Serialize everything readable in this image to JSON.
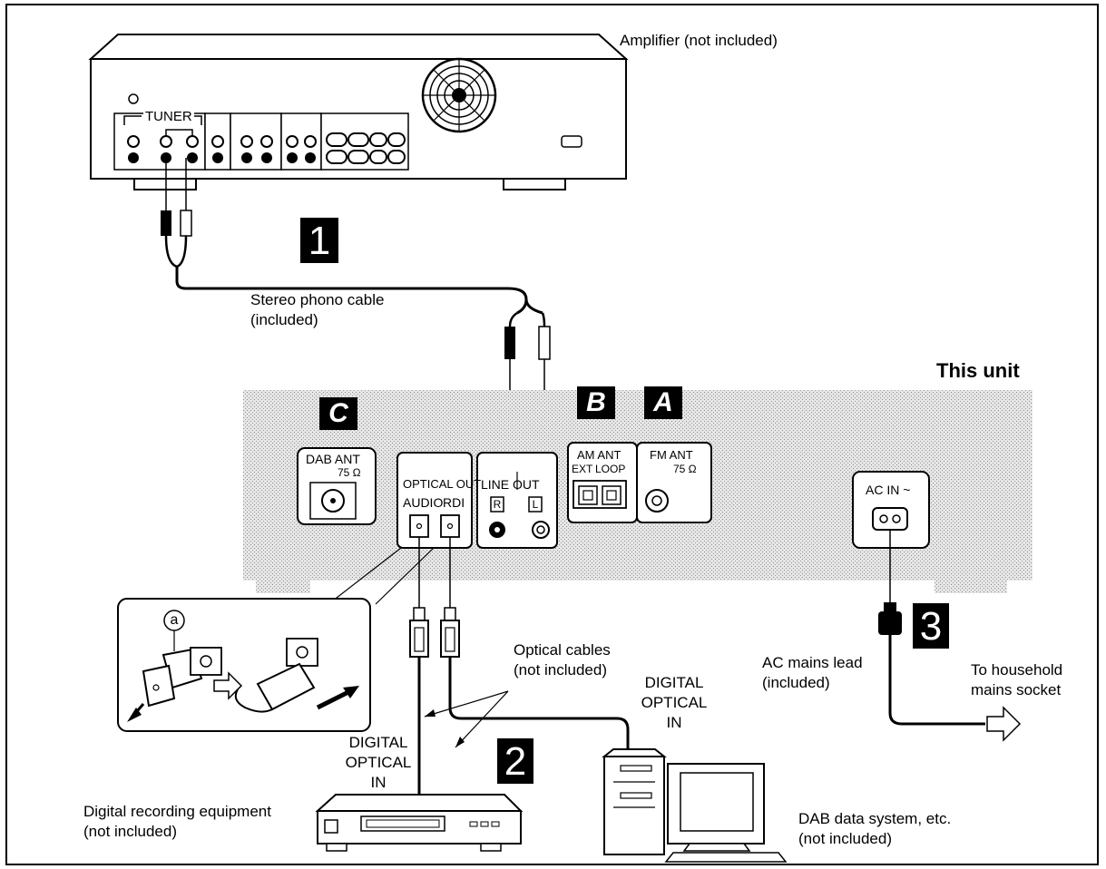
{
  "amplifier": {
    "label": "Amplifier (not included)",
    "panel_label": "TUNER"
  },
  "this_unit": {
    "label": "This unit",
    "panels": {
      "dab_ant": "DAB ANT",
      "dab_ohm": "75 Ω",
      "optical_out": "OPTICAL OUT",
      "audio": "AUDIO",
      "rdi": "RDI",
      "line_out": "LINE OUT",
      "r": "R",
      "l": "L",
      "am_ant": "AM ANT",
      "ext": "EXT",
      "loop": "LOOP",
      "fm_ant": "FM ANT",
      "fm_ohm": "75 Ω",
      "ac_in": "AC IN ~"
    },
    "badges": [
      "C",
      "B",
      "A"
    ]
  },
  "steps": [
    "1",
    "2",
    "3"
  ],
  "labels": {
    "stereo_cable_1": "Stereo phono cable",
    "stereo_cable_2": "(included)",
    "optical_cables_1": "Optical cables",
    "optical_cables_2": "(not included)",
    "digital_in_right": [
      "DIGITAL",
      "OPTICAL",
      "IN"
    ],
    "digital_in_left": [
      "DIGITAL",
      "OPTICAL",
      "IN"
    ],
    "ac_lead_1": "AC mains lead",
    "ac_lead_2": "(included)",
    "household_1": "To household",
    "household_2": "mains socket",
    "recorder_1": "Digital recording equipment",
    "recorder_2": "(not included)",
    "dab_system_1": "DAB data system, etc.",
    "dab_system_2": "(not included)",
    "inset_marker": "a"
  }
}
